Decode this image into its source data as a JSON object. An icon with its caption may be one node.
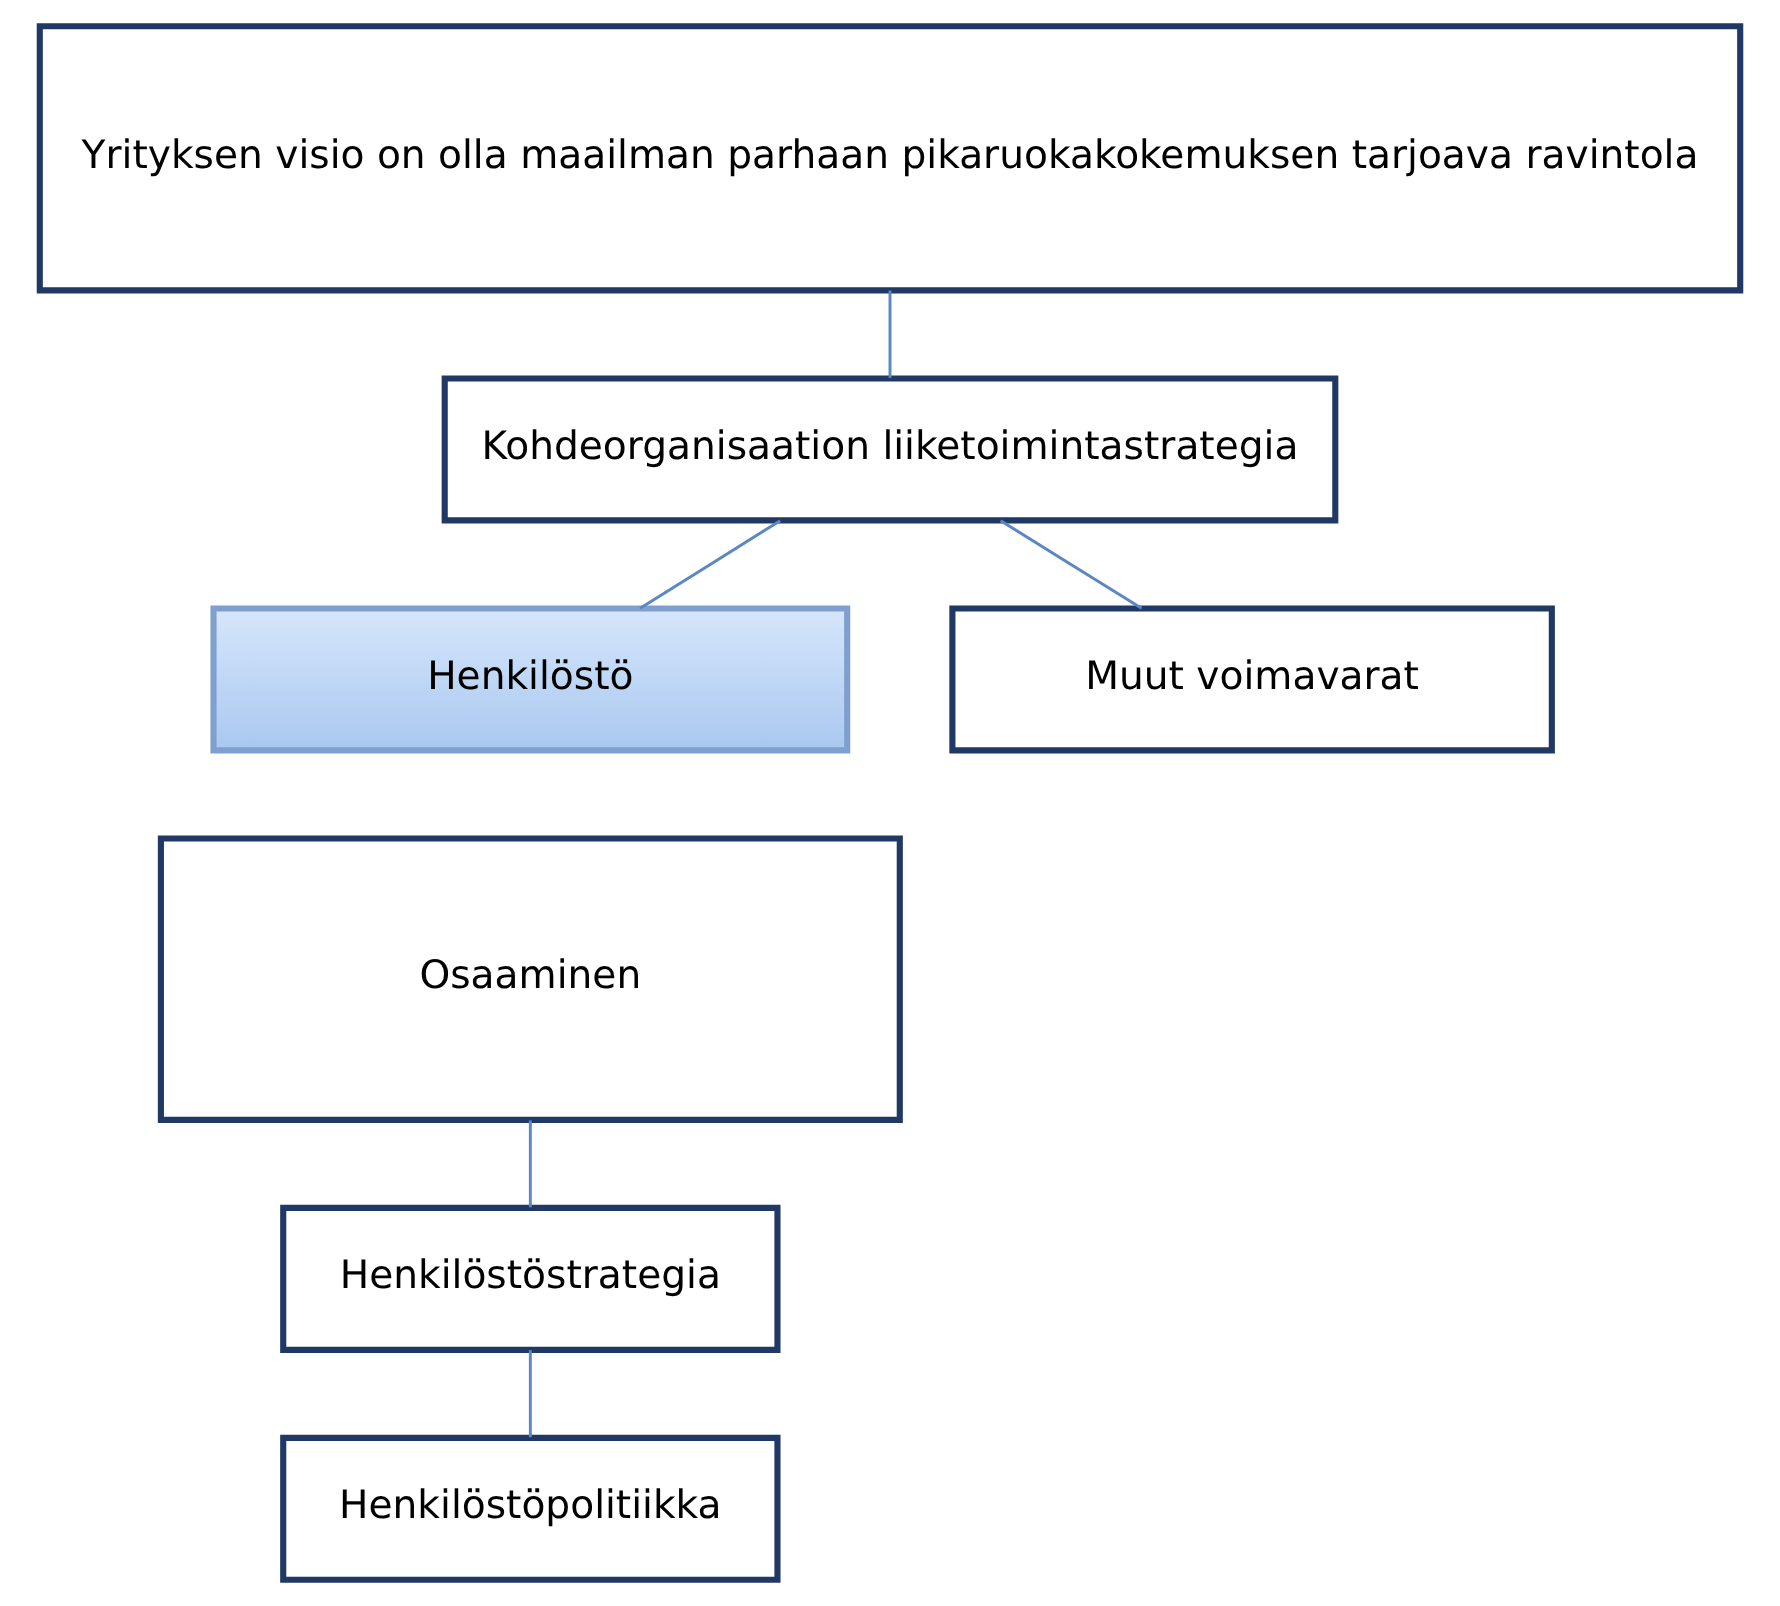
{
  "diagram": {
    "nodes": [
      {
        "text": [
          "Yrityksen visio on olla maailman parhaan pikaruokakokemuksen tarjoava ravintola"
        ]
      },
      {
        "text": [
          "Kohdeorganisaation liiketoimintastrategia"
        ]
      },
      {
        "text": [
          "Henkilöstö"
        ]
      },
      {
        "text": [
          "Muut voimavarat"
        ]
      },
      {
        "text": [
          "Osaaminen"
        ]
      },
      {
        "text": [
          "Henkilöstöstrategia"
        ]
      },
      {
        "text": [
          "Henkilöstöpolitiikka"
        ]
      }
    ],
    "edges": [
      {
        "from": 0,
        "to": 1,
        "arrow": "none"
      },
      {
        "from": 1,
        "to": 2,
        "arrow": "none"
      },
      {
        "from": 1,
        "to": 3,
        "arrow": "none"
      },
      {
        "from": 4,
        "to": 5,
        "arrow": "none"
      },
      {
        "from": 5,
        "to": 6,
        "arrow": "none"
      }
    ]
  }
}
